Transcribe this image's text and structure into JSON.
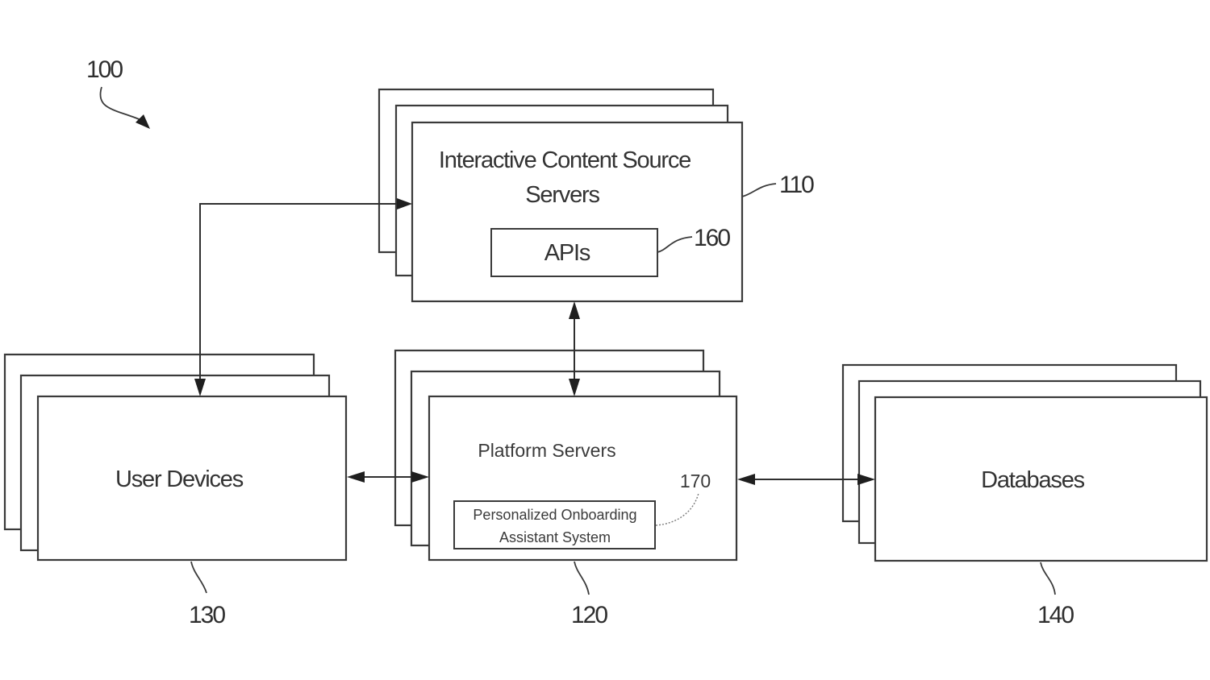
{
  "figure": {
    "reference_number": "100"
  },
  "components": {
    "interactive_content_source_servers": {
      "label_line1": "Interactive Content Source",
      "label_line2": "Servers",
      "ref": "110",
      "apis": {
        "label": "APIs",
        "ref": "160"
      }
    },
    "platform_servers": {
      "label": "Platform Servers",
      "ref": "120",
      "onboarding": {
        "label_line1": "Personalized Onboarding",
        "label_line2": "Assistant System",
        "ref": "170"
      }
    },
    "user_devices": {
      "label": "User Devices",
      "ref": "130"
    },
    "databases": {
      "label": "Databases",
      "ref": "140"
    }
  },
  "connections": [
    {
      "from": "User Devices",
      "to": "Interactive Content Source Servers",
      "direction": "bidirectional"
    },
    {
      "from": "Interactive Content Source Servers",
      "to": "Platform Servers",
      "direction": "bidirectional"
    },
    {
      "from": "User Devices",
      "to": "Platform Servers",
      "direction": "bidirectional"
    },
    {
      "from": "Platform Servers",
      "to": "Databases",
      "direction": "bidirectional"
    }
  ],
  "colors": {
    "line": "#3a3a3a",
    "background": "#ffffff"
  }
}
